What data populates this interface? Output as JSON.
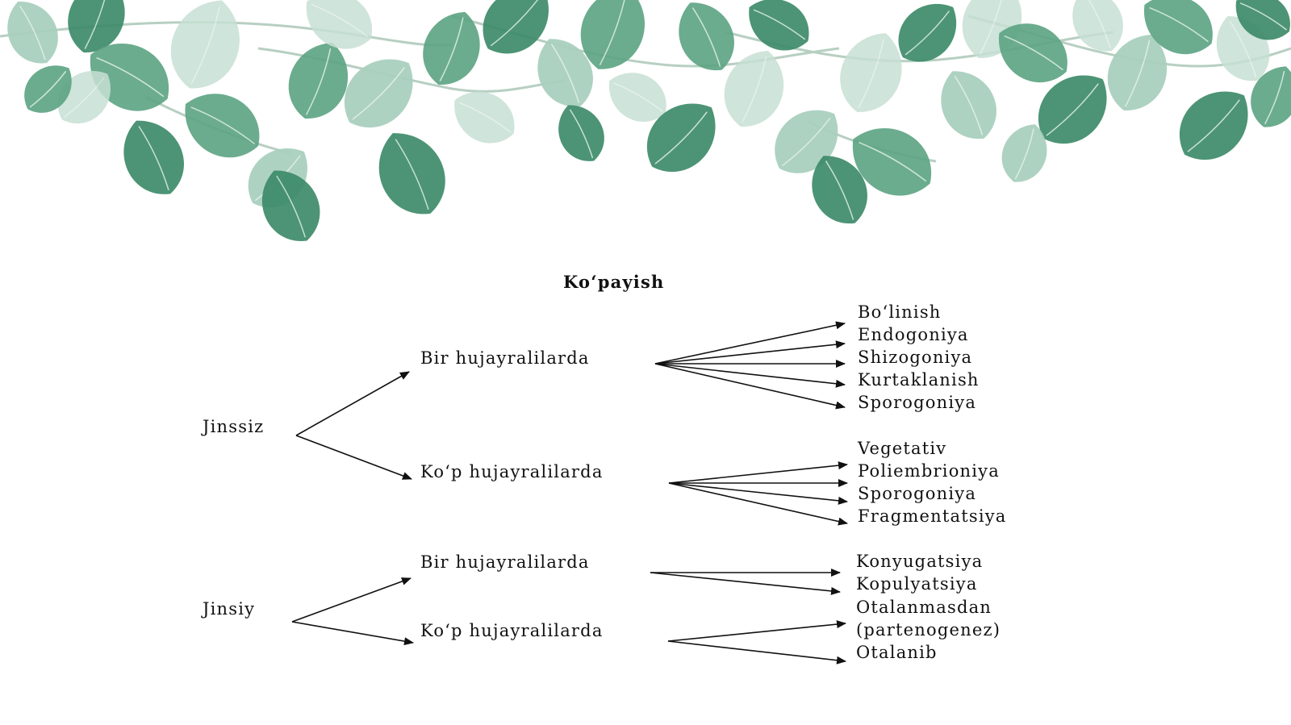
{
  "title": "Ko‘payish",
  "colors": {
    "leaf_dark": "#3d8b6a",
    "leaf_mid": "#5fa585",
    "leaf_light": "#a8cfbd",
    "leaf_pale": "#c7e0d4",
    "vein": "#e6f2ec",
    "stem": "#b7cfc2",
    "ink": "#111111"
  },
  "branches": {
    "asexual": {
      "label": "Jinssiz",
      "unicellular": {
        "label": "Bir hujayralilarda",
        "items": [
          "Bo‘linish",
          "Endogoniya",
          "Shizogoniya",
          "Kurtaklanish",
          "Sporogoniya"
        ]
      },
      "multicellular": {
        "label": "Ko‘p hujayralilarda",
        "items": [
          "Vegetativ",
          "Poliembrioniya",
          "Sporogoniya",
          "Fragmentatsiya"
        ]
      }
    },
    "sexual": {
      "label": "Jinsiy",
      "unicellular": {
        "label": "Bir hujayralilarda",
        "items": [
          "Konyugatsiya",
          "Kopulyatsiya"
        ]
      },
      "multicellular": {
        "label": "Ko‘p hujayralilarda",
        "items": [
          "Otalanmasdan",
          "(partenogenez)",
          "Otalanib"
        ]
      }
    }
  }
}
